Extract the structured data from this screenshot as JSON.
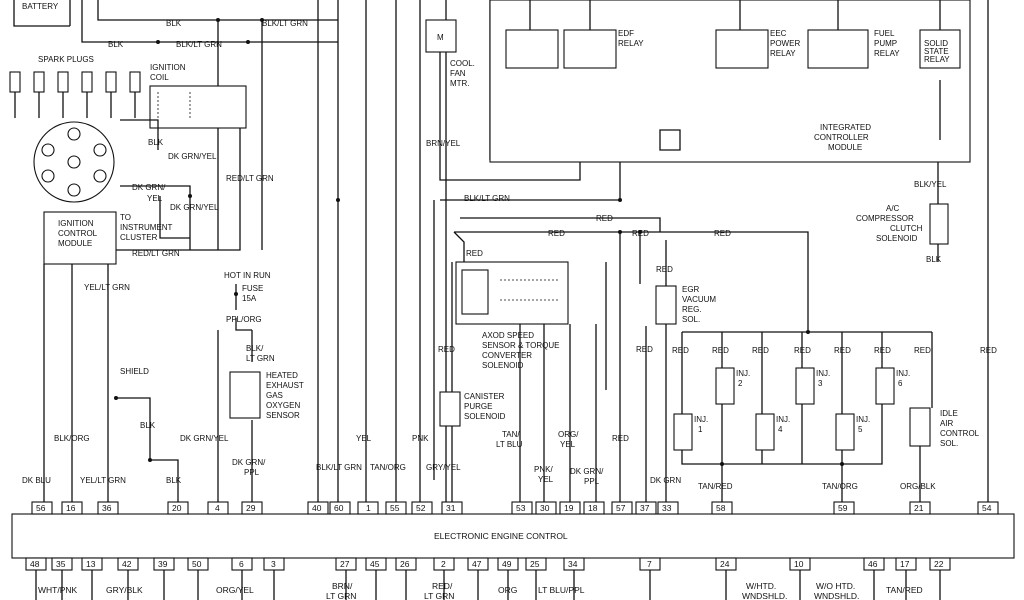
{
  "diagram": {
    "ecc_title": "ELECTRONIC ENGINE CONTROL",
    "top_pins": [
      "56",
      "16",
      "36",
      "20",
      "4",
      "29",
      "40",
      "60",
      "1",
      "55",
      "52",
      "31",
      "53",
      "30",
      "19",
      "18",
      "57",
      "37",
      "33",
      "58",
      "59",
      "21",
      "54"
    ],
    "bottom_pins": [
      "48",
      "35",
      "13",
      "42",
      "39",
      "50",
      "6",
      "3",
      "27",
      "45",
      "26",
      "2",
      "47",
      "49",
      "25",
      "34",
      "7",
      "24",
      "10",
      "46",
      "17",
      "22"
    ],
    "components": {
      "battery": "BATTERY",
      "spark_plugs": "SPARK PLUGS",
      "ignition_coil": [
        "IGNITION",
        "COIL"
      ],
      "ignition_module": [
        "IGNITION",
        "CONTROL",
        "MODULE"
      ],
      "to_cluster": [
        "TO",
        "INSTRUMENT",
        "CLUSTER"
      ],
      "cool_fan": [
        "COOL.",
        "FAN",
        "MTR."
      ],
      "motor_symbol": "M",
      "edf_relay": [
        "EDF",
        "RELAY"
      ],
      "eec_relay": [
        "EEC",
        "POWER",
        "RELAY"
      ],
      "fuel_pump_relay": [
        "FUEL",
        "PUMP",
        "RELAY"
      ],
      "solid_state_relay": [
        "SOLID",
        "STATE",
        "RELAY"
      ],
      "controller_module": [
        "INTEGRATED",
        "CONTROLLER",
        "MODULE"
      ],
      "ac_clutch": [
        "A/C",
        "COMPRESSOR",
        "CLUTCH",
        "SOLENOID"
      ],
      "hot_in_run": "HOT IN RUN",
      "fuse": [
        "FUSE",
        "15A"
      ],
      "heated_o2": [
        "HEATED",
        "EXHAUST",
        "GAS",
        "OXYGEN",
        "SENSOR"
      ],
      "shield": "SHIELD",
      "axod": [
        "AXOD SPEED",
        "SENSOR & TORQUE",
        "CONVERTER",
        "SOLENOID"
      ],
      "canister": [
        "CANISTER",
        "PURGE",
        "SOLENOID"
      ],
      "egr": [
        "EGR",
        "VACUUM",
        "REG.",
        "SOL."
      ],
      "idle_air": [
        "IDLE",
        "AIR",
        "CONTROL",
        "SOL."
      ],
      "injectors": [
        "INJ.",
        "1",
        "2",
        "3",
        "4",
        "5",
        "6"
      ]
    },
    "wire_labels": {
      "blk": "BLK",
      "blk_lt_grn": "BLK/LT GRN",
      "red_lt_grn": "RED/LT GRN",
      "dk_grn_yel": "DK GRN/YEL",
      "dk_grn": "DK GRN/",
      "yel": "YEL",
      "yel_lt_grn": "YEL/LT GRN",
      "ppl_org": "PPL/ORG",
      "blk_lt_grn_stack": [
        "BLK/",
        "LT GRN"
      ],
      "blk_org": "BLK/ORG",
      "dk_blu": "DK BLU",
      "dk_grn_ppl": [
        "DK GRN/",
        "PPL"
      ],
      "tan_org": "TAN/ORG",
      "pnk": "PNK",
      "gry_yel": "GRY/YEL",
      "brn_yel": "BRN/YEL",
      "blk_yel": "BLK/YEL",
      "red": "RED",
      "tan_lt_blu": [
        "TAN/",
        "LT BLU"
      ],
      "pnk_yel": [
        "PNK/",
        "YEL"
      ],
      "org_yel": [
        "ORG/",
        "YEL"
      ],
      "dk_grn_ppl2": [
        "DK GRN/",
        "PPL"
      ],
      "tan_red": "TAN/RED",
      "org_blk": "ORG/BLK",
      "dk_grn_plain": "DK GRN"
    },
    "bottom_labels": [
      "WHT/PNK",
      "GRY/BLK",
      "ORG/YEL",
      "BRN/",
      "LT GRN",
      "RED/",
      "LT GRN",
      "ORG",
      "LT BLU/PPL",
      "W/HTD.",
      "WNDSHLD.",
      "W/O HTD.",
      "WNDSHLD.",
      "TAN/RED"
    ]
  }
}
